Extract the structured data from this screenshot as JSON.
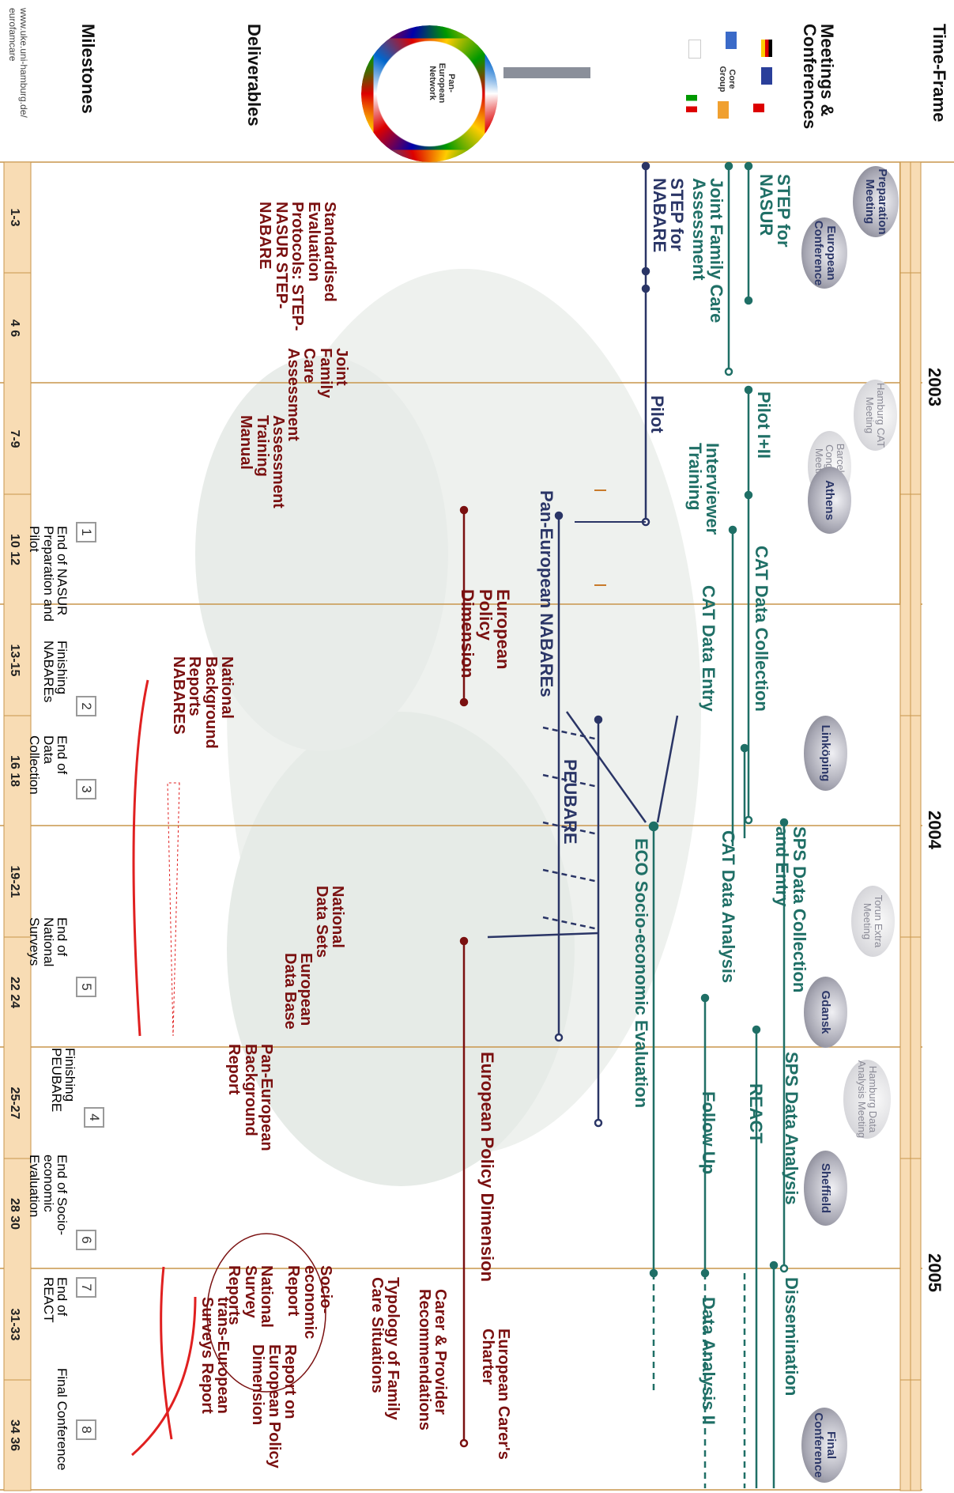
{
  "rows": {
    "time_frame": "Time-Frame",
    "meetings": "Meetings & Conferences",
    "deliverables": "Deliverables",
    "milestones": "Milestones"
  },
  "years": [
    "2003",
    "2004",
    "2005"
  ],
  "periods": [
    "1-3",
    "4 6",
    "7-9",
    "10 12",
    "13-15",
    "16 18",
    "19-21",
    "22 24",
    "25-27",
    "28 30",
    "31-33",
    "34 36"
  ],
  "meetings": {
    "m1": "Preparation Meeting",
    "m2": "European Conference",
    "m3": "Hamburg CAT Meeting",
    "m4": "Barcelona Congress Meeting",
    "m5": "Athens",
    "m6": "Linköping",
    "m7": "Torun Extra Meeting",
    "m8": "Gdansk",
    "m9": "Hamburg Data Analysis Meeting",
    "m10": "Sheffield",
    "m11": "Final Conference"
  },
  "groups": {
    "core": "Core Group",
    "network": "Pan-European Network"
  },
  "activities": {
    "step_nasur": "STEP for NASUR",
    "joint_fca": "Joint Family Care Assessment",
    "step_nabare": "STEP for NABARE",
    "pilot_12": "Pilot I+II",
    "interviewer_training": "Interviewer Training",
    "pilot": "Pilot",
    "cat_collection": "CAT Data Collection",
    "cat_entry": "CAT Data Entry",
    "cat_analysis": "CAT Data Analysis",
    "sps_collection": "SPS Data Collection and Entry",
    "sps_analysis": "SPS Data Analysis",
    "react": "REACT",
    "follow_up": "Follow Up",
    "eco": "ECO Socio-economic Evaluation",
    "pan_nabares": "Pan-European NABAREs",
    "epd1": "European Policy Dimension",
    "epd2": "European Policy Dimension",
    "peubare": "PEUBARE",
    "dissemination": "Dissemination",
    "data_analysis_2": "Data Analysis II"
  },
  "deliverables": {
    "d1": "Standardised Evaluation Protocols: STEP-NASUR STEP-NABARE",
    "d2": "Joint Family Care Assessment",
    "d3": "Assessment Training Manual",
    "d4": "National Background Reports NABARES",
    "d5": "National Data Sets",
    "d6": "European Data Base",
    "d7": "Pan-European Background Report",
    "d8": "European Carer's Charter",
    "d9": "Carer & Provider Recommendations",
    "d10": "Typology of Family Care Situations",
    "d11": "Socio-economic Report",
    "d12": "National Survey Reports",
    "d13": "Report on European Policy Dimension",
    "d14": "trans-European Surveys Report"
  },
  "milestones": [
    {
      "num": "1",
      "text": "End of NASUR Preparation and Pilot"
    },
    {
      "num": "2",
      "text": "Finishing NABAREs"
    },
    {
      "num": "3",
      "text": "End of Data Collection"
    },
    {
      "num": "5",
      "text": "End of National Surveys"
    },
    {
      "num": "4",
      "text": "Finishing PEUBARE"
    },
    {
      "num": "6",
      "text": "End of Socio-economic Evaluation"
    },
    {
      "num": "7",
      "text": "End of REACT"
    },
    {
      "num": "8",
      "text": "Final Conference"
    }
  ],
  "credit": "www.uke.uni-hamburg.de/ eurofamcare",
  "colors": {
    "green": "#1f6f66",
    "navy": "#2a3566",
    "darkred": "#7a1010",
    "orange": "#c87a2a",
    "red": "#e02020"
  }
}
